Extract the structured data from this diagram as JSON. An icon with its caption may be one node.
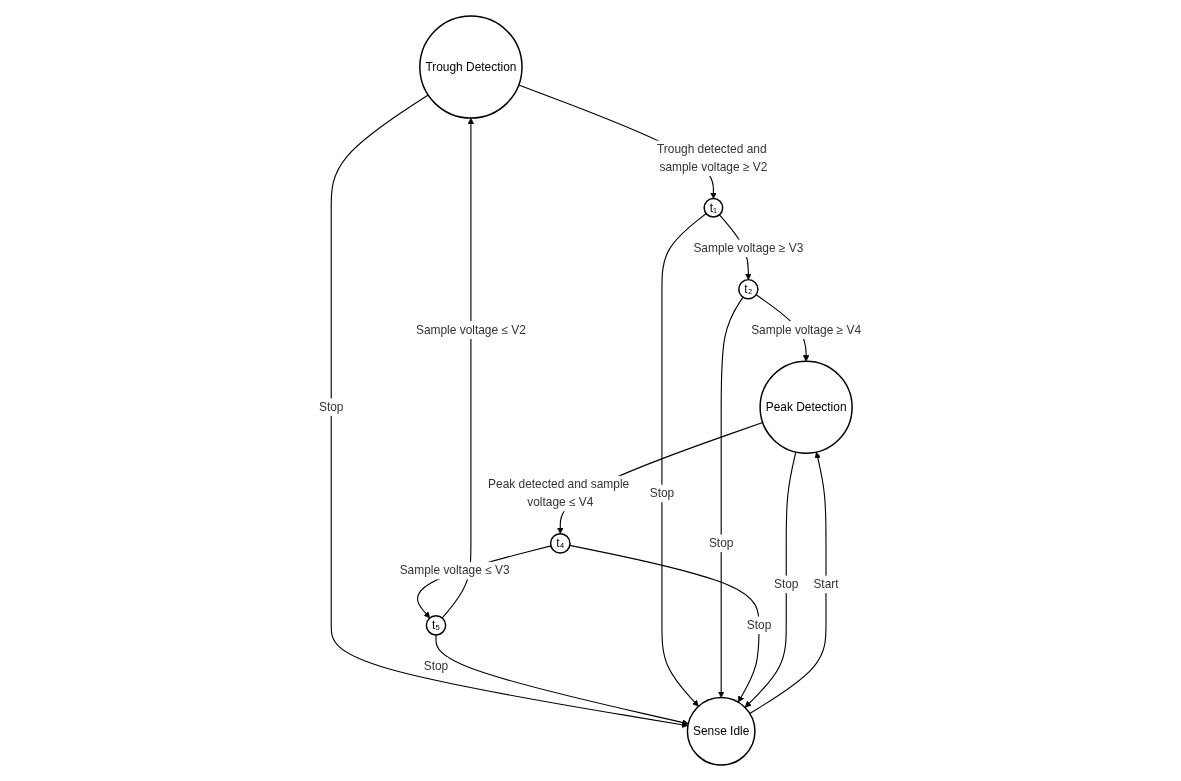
{
  "diagram": {
    "nodes": [
      {
        "text": [
          "Trough Detection"
        ]
      },
      {
        "text": [
          "t₅"
        ]
      },
      {
        "text": [
          "t₁"
        ]
      },
      {
        "text": [
          "Sense Idle"
        ]
      },
      {
        "text": [
          "t₄"
        ]
      },
      {
        "text": [
          "t₂"
        ]
      },
      {
        "text": [
          "Peak Detection"
        ]
      }
    ],
    "edges": [
      {
        "from": 1,
        "to": 0,
        "arrow": "to",
        "label": "Sample voltage ≤ V2"
      },
      {
        "from": 0,
        "to": 2,
        "arrow": "to",
        "label": "Trough detected and sample voltage ≥ V2"
      },
      {
        "from": 2,
        "to": 5,
        "arrow": "to",
        "label": "Sample voltage ≥ V3"
      },
      {
        "from": 5,
        "to": 6,
        "arrow": "to",
        "label": "Sample voltage ≥ V4"
      },
      {
        "from": 6,
        "to": 4,
        "arrow": "to",
        "label": "Peak detected and sample voltage ≤ V4"
      },
      {
        "from": 4,
        "to": 1,
        "arrow": "to",
        "label": "Sample voltage ≤ V3"
      },
      {
        "from": 0,
        "to": 3,
        "arrow": "to",
        "label": "Stop"
      },
      {
        "from": 1,
        "to": 3,
        "arrow": "to",
        "label": "Stop"
      },
      {
        "from": 2,
        "to": 3,
        "arrow": "to",
        "label": "Stop"
      },
      {
        "from": 5,
        "to": 3,
        "arrow": "to",
        "label": "Stop"
      },
      {
        "from": 4,
        "to": 3,
        "arrow": "to",
        "label": "Stop"
      },
      {
        "from": 3,
        "to": 6,
        "arrow": "to",
        "label": "Start"
      },
      {
        "from": 6,
        "to": 3,
        "arrow": "to",
        "label": "Stop"
      }
    ]
  }
}
